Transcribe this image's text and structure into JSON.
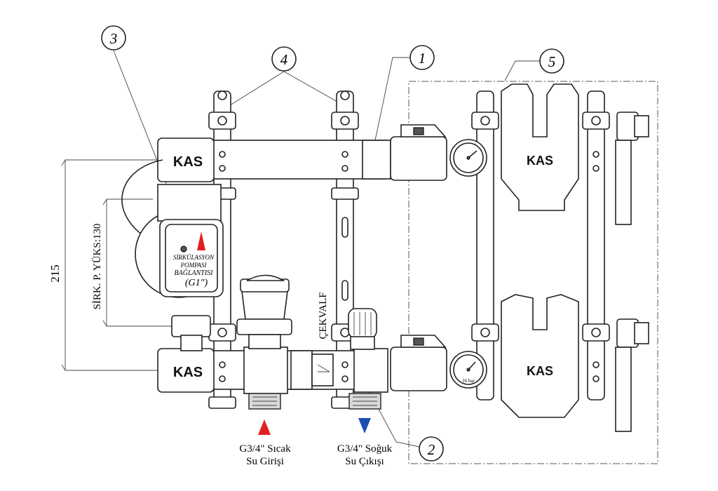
{
  "callouts": [
    {
      "number": "1"
    },
    {
      "number": "2"
    },
    {
      "number": "3"
    },
    {
      "number": "4"
    },
    {
      "number": "5"
    }
  ],
  "brand": "KAS",
  "dimensions": {
    "total_height": "215",
    "pump_height_label": "SİRK. P. YÜKS:130"
  },
  "pump_label": {
    "line1": "SİRKÜLASYON",
    "line2": "POMPASI",
    "line3": "BAĞLANTISI",
    "line4": "(G1\")"
  },
  "check_valve_label": "ÇEKVALF",
  "gauge_small_text": "16 bar",
  "ports": {
    "hot_inlet": {
      "line1": "G3/4\" Sıcak",
      "line2": "Su Girişi",
      "arrow_color": "#e02020"
    },
    "cold_outlet": {
      "line1": "G3/4\" Soğuk",
      "line2": "Su Çıkışı",
      "arrow_color": "#1a4fb0"
    }
  },
  "pump_marker_color": "#e02020"
}
